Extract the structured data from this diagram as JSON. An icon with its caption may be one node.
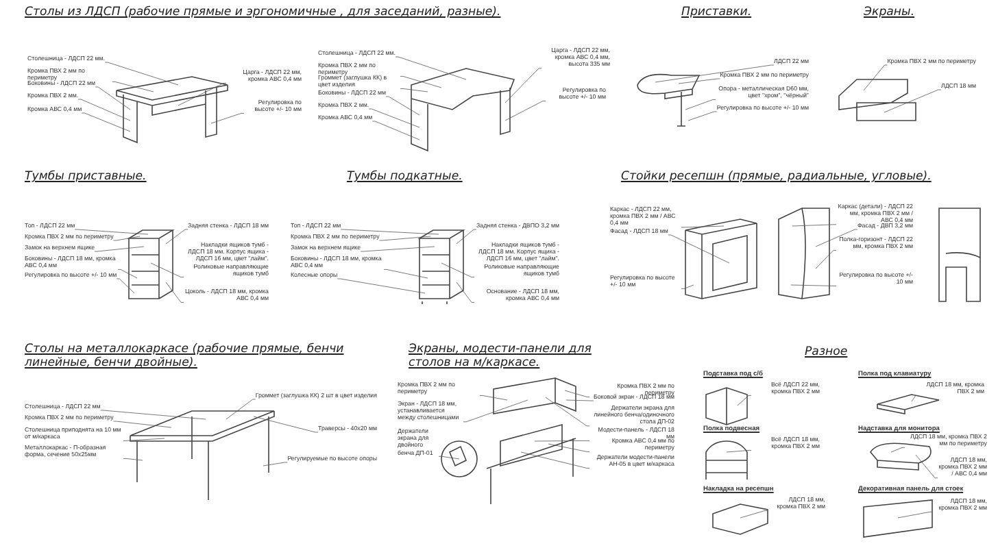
{
  "diagram": {
    "nodes": [
      {
        "text": [
          "Столешница - ЛДСП 22 мм."
        ]
      },
      {
        "text": [
          "Кромка ПВХ 2 мм по периметру"
        ]
      },
      {
        "text": [
          "Боковины - ЛДСП 22 мм"
        ]
      },
      {
        "text": [
          "Кромка ПВХ 2 мм."
        ]
      },
      {
        "text": [
          "Кромка АВС 0,4 мм"
        ]
      },
      {
        "text": [
          "Царга - ЛДСП 22 мм, кромка АВС 0,4 мм"
        ]
      },
      {
        "text": [
          "Регулировка по высоте +/- 10 мм"
        ]
      },
      {
        "text": [
          "Столешница - ЛДСП 22 мм."
        ]
      },
      {
        "text": [
          "Кромка ПВХ 2 мм по периметру"
        ]
      },
      {
        "text": [
          "Громмет (заглушка КК) в цвет изделия"
        ]
      },
      {
        "text": [
          "Боковины - ЛДСП 22 мм"
        ]
      },
      {
        "text": [
          "Кромка ПВХ 2 мм."
        ]
      },
      {
        "text": [
          "Кромка АВС 0,4 мм"
        ]
      },
      {
        "text": [
          "Царга - ЛДСП 22 мм, кромка АВС 0,4 мм, высота 335 мм"
        ]
      },
      {
        "text": [
          "Регулировка по высоте +/- 10 мм"
        ]
      },
      {
        "text": [
          "ЛДСП 22 мм"
        ]
      },
      {
        "text": [
          "Кромка ПВХ 2 мм по периметру"
        ]
      },
      {
        "text": [
          "Опора - металлическая D60 мм, цвет \"хром\", \"чёрный\""
        ]
      },
      {
        "text": [
          "Регулировка по высоте +/- 10 мм"
        ]
      },
      {
        "text": [
          "Кромка ПВХ 2 мм по периметру"
        ]
      },
      {
        "text": [
          "ЛДСП 18 мм"
        ]
      },
      {
        "text": [
          "Топ - ЛДСП 22 мм"
        ]
      },
      {
        "text": [
          "Кромка ПВХ 2 мм по периметру"
        ]
      },
      {
        "text": [
          "Замок на верхнем ящике"
        ]
      },
      {
        "text": [
          "Боковины - ЛДСП 18 мм, кромка АВС 0,4 мм"
        ]
      },
      {
        "text": [
          "Регулировка по высоте +/- 10 мм"
        ]
      },
      {
        "text": [
          "Задняя стенка - ЛДСП 18 мм"
        ]
      },
      {
        "text": [
          "Накладки ящиков тумб - ЛДСП 18 мм. Корпус ящика - ЛДСП 16 мм, цвет \"лайм\". Роликовые направляющие ящиков тумб"
        ]
      },
      {
        "text": [
          "Цоколь - ЛДСП 18 мм, кромка АВС 0,4 мм"
        ]
      },
      {
        "text": [
          "Топ - ЛДСП 22 мм"
        ]
      },
      {
        "text": [
          "Кромка ПВХ 2 мм по периметру"
        ]
      },
      {
        "text": [
          "Замок на верхнем ящике"
        ]
      },
      {
        "text": [
          "Боковины - ЛДСП 18 мм, кромка АВС 0,4 мм"
        ]
      },
      {
        "text": [
          "Колесные опоры"
        ]
      },
      {
        "text": [
          "Задняя стенка - ДВПО 3,2 мм"
        ]
      },
      {
        "text": [
          "Накладки ящиков тумб - ЛДСП 18 мм. Корпус ящика - ЛДСП 16 мм, цвет \"лайм\". Роликовые направляющие ящиков тумб"
        ]
      },
      {
        "text": [
          "Основание - ЛДСП 18 мм, кромка АВС 0,4 мм"
        ]
      },
      {
        "text": [
          "Каркас - ЛДСП 22 мм, кромка ПВХ 2 мм / АВС 0,4 мм"
        ]
      },
      {
        "text": [
          "Фасад - ЛДСП 18 мм"
        ]
      },
      {
        "text": [
          "Регулировка по высоте +/- 10 мм"
        ]
      },
      {
        "text": [
          "Каркас (детали) - ЛДСП 22 мм, кромка ПВХ 2 мм / АВС 0,4 мм"
        ]
      },
      {
        "text": [
          "Фасад - ДВП 3,2 мм"
        ]
      },
      {
        "text": [
          "Полка-горизонт - ЛДСП 22 мм, кромка ПВХ 2 мм"
        ]
      },
      {
        "text": [
          "Регулировка по высоте +/- 10 мм"
        ]
      },
      {
        "text": [
          "Столешница - ЛДСП 22 мм"
        ]
      },
      {
        "text": [
          "Кромка ПВХ 2 мм по периметру"
        ]
      },
      {
        "text": [
          "Столешница приподнята на 10 мм от м/каркаса"
        ]
      },
      {
        "text": [
          "Металлокаркас - П-образная форма, сечение 50х25мм"
        ]
      },
      {
        "text": [
          "Громмет (заглушка КК) 2 шт в цвет изделия"
        ]
      },
      {
        "text": [
          "Траверсы - 40х20 мм"
        ]
      },
      {
        "text": [
          "Регулируемые по высоте опоры"
        ]
      },
      {
        "text": [
          "Кромка ПВХ 2 мм по периметру"
        ]
      },
      {
        "text": [
          "Экран - ЛДСП 18 мм, устанавливается между столешницами"
        ]
      },
      {
        "text": [
          "Держатели экрана для двойного бенча ДП-01"
        ]
      },
      {
        "text": [
          "Кромка ПВХ 2 мм по периметру"
        ]
      },
      {
        "text": [
          "Боковой экран - ЛДСП 18 мм"
        ]
      },
      {
        "text": [
          "Держатели экрана для линейного бенча/одиночного стола ДП-02"
        ]
      },
      {
        "text": [
          "Модести-панель - ЛДСП 18 мм"
        ]
      },
      {
        "text": [
          "Кромка АВС 0,4 мм по периметру"
        ]
      },
      {
        "text": [
          "Держатели модести-панели АН-05 в цвет м/каркаса"
        ]
      },
      {
        "text": [
          "Всё ЛДСП 22 мм, кромка ПВХ 2 мм"
        ]
      },
      {
        "text": [
          "ЛДСП 18 мм, кромка ПВХ 2 мм"
        ]
      },
      {
        "text": [
          "Всё ЛДСП 18 мм, кромка ПВХ 2 мм"
        ]
      },
      {
        "text": [
          "ЛДСП 18 мм, кромка ПВХ 2 мм по периметру"
        ]
      },
      {
        "text": [
          "ЛДСП 18 мм, кромка ПВХ 2 мм / АВС 0,4 мм"
        ]
      },
      {
        "text": [
          "ЛДСП 18 мм, кромка ПВХ 2 мм"
        ]
      },
      {
        "text": [
          "ЛДСП 18 мм, кромка ПВХ 2 мм"
        ]
      },
      {
        "text": [],
        "shape": "picture"
      },
      {
        "text": [],
        "shape": "picture"
      },
      {
        "text": [],
        "shape": "picture"
      },
      {
        "text": [],
        "shape": "picture"
      },
      {
        "text": [],
        "shape": "picture"
      },
      {
        "text": [],
        "shape": "picture"
      },
      {
        "text": [],
        "shape": "picture"
      },
      {
        "text": [],
        "shape": "picture"
      },
      {
        "text": [],
        "shape": "picture"
      },
      {
        "text": [],
        "shape": "picture"
      },
      {
        "text": [],
        "shape": "picture"
      },
      {
        "text": [],
        "shape": "picture"
      },
      {
        "text": [],
        "shape": "picture"
      },
      {
        "text": [],
        "shape": "picture"
      },
      {
        "text": [],
        "shape": "picture"
      },
      {
        "text": [],
        "shape": "picture"
      },
      {
        "text": [],
        "shape": "picture"
      }
    ],
    "edges": [
      {
        "from": 0,
        "to": 67,
        "arrow": "none"
      },
      {
        "from": 1,
        "to": 67,
        "arrow": "none"
      },
      {
        "from": 2,
        "to": 67,
        "arrow": "none"
      },
      {
        "from": 3,
        "to": 67,
        "arrow": "none"
      },
      {
        "from": 4,
        "to": 67,
        "arrow": "none"
      },
      {
        "from": 5,
        "to": 67,
        "arrow": "none"
      },
      {
        "from": 6,
        "to": 67,
        "arrow": "none"
      },
      {
        "from": 7,
        "to": 68,
        "arrow": "none"
      },
      {
        "from": 8,
        "to": 68,
        "arrow": "none"
      },
      {
        "from": 9,
        "to": 68,
        "arrow": "none"
      },
      {
        "from": 10,
        "to": 68,
        "arrow": "none"
      },
      {
        "from": 11,
        "to": 68,
        "arrow": "none"
      },
      {
        "from": 12,
        "to": 68,
        "arrow": "none"
      },
      {
        "from": 13,
        "to": 68,
        "arrow": "none"
      },
      {
        "from": 14,
        "to": 68,
        "arrow": "none"
      },
      {
        "from": 15,
        "to": 69,
        "arrow": "none"
      },
      {
        "from": 16,
        "to": 69,
        "arrow": "none"
      },
      {
        "from": 17,
        "to": 69,
        "arrow": "none"
      },
      {
        "from": 18,
        "to": 69,
        "arrow": "none"
      },
      {
        "from": 19,
        "to": 70,
        "arrow": "none"
      },
      {
        "from": 20,
        "to": 70,
        "arrow": "none"
      },
      {
        "from": 21,
        "to": 71,
        "arrow": "none"
      },
      {
        "from": 22,
        "to": 71,
        "arrow": "none"
      },
      {
        "from": 23,
        "to": 71,
        "arrow": "none"
      },
      {
        "from": 24,
        "to": 71,
        "arrow": "none"
      },
      {
        "from": 25,
        "to": 71,
        "arrow": "none"
      },
      {
        "from": 26,
        "to": 71,
        "arrow": "none"
      },
      {
        "from": 27,
        "to": 71,
        "arrow": "none"
      },
      {
        "from": 28,
        "to": 71,
        "arrow": "none"
      },
      {
        "from": 29,
        "to": 72,
        "arrow": "none"
      },
      {
        "from": 30,
        "to": 72,
        "arrow": "none"
      },
      {
        "from": 31,
        "to": 72,
        "arrow": "none"
      },
      {
        "from": 32,
        "to": 72,
        "arrow": "none"
      },
      {
        "from": 33,
        "to": 72,
        "arrow": "none"
      },
      {
        "from": 34,
        "to": 72,
        "arrow": "none"
      },
      {
        "from": 35,
        "to": 72,
        "arrow": "none"
      },
      {
        "from": 36,
        "to": 72,
        "arrow": "none"
      },
      {
        "from": 37,
        "to": 73,
        "arrow": "none"
      },
      {
        "from": 38,
        "to": 73,
        "arrow": "none"
      },
      {
        "from": 39,
        "to": 73,
        "arrow": "none"
      },
      {
        "from": 40,
        "to": 74,
        "arrow": "none"
      },
      {
        "from": 41,
        "to": 74,
        "arrow": "none"
      },
      {
        "from": 42,
        "to": 74,
        "arrow": "none"
      },
      {
        "from": 43,
        "to": 74,
        "arrow": "none"
      },
      {
        "from": 44,
        "to": 75,
        "arrow": "none"
      },
      {
        "from": 45,
        "to": 75,
        "arrow": "none"
      },
      {
        "from": 46,
        "to": 75,
        "arrow": "none"
      },
      {
        "from": 47,
        "to": 75,
        "arrow": "none"
      },
      {
        "from": 48,
        "to": 75,
        "arrow": "none"
      },
      {
        "from": 49,
        "to": 75,
        "arrow": "none"
      },
      {
        "from": 50,
        "to": 75,
        "arrow": "none"
      },
      {
        "from": 51,
        "to": 76,
        "arrow": "none"
      },
      {
        "from": 52,
        "to": 76,
        "arrow": "none"
      },
      {
        "from": 53,
        "to": 77,
        "arrow": "none"
      },
      {
        "from": 54,
        "to": 76,
        "arrow": "none"
      },
      {
        "from": 55,
        "to": 76,
        "arrow": "none"
      },
      {
        "from": 56,
        "to": 76,
        "arrow": "none"
      },
      {
        "from": 57,
        "to": 76,
        "arrow": "none"
      },
      {
        "from": 58,
        "to": 76,
        "arrow": "none"
      },
      {
        "from": 59,
        "to": 76,
        "arrow": "none"
      },
      {
        "from": 60,
        "to": 78,
        "arrow": "none"
      },
      {
        "from": 61,
        "to": 79,
        "arrow": "none"
      },
      {
        "from": 62,
        "to": 80,
        "arrow": "none"
      },
      {
        "from": 63,
        "to": 81,
        "arrow": "none"
      },
      {
        "from": 64,
        "to": 81,
        "arrow": "none"
      },
      {
        "from": 65,
        "to": 82,
        "arrow": "none"
      },
      {
        "from": 66,
        "to": 83,
        "arrow": "none"
      }
    ],
    "labels": [
      "Столы из ЛДСП (рабочие прямые и эргономичные , для заседаний, разные).",
      "Приставки.",
      "Экраны.",
      "Тумбы приставные.",
      "Тумбы подкатные.",
      "Стойки ресепшн (прямые, радиальные, угловые).",
      "Столы на металлокаркасе (рабочие прямые, бенчи линейные, бенчи двойные).",
      "Экраны, модести-панели для столов на м/каркасе.",
      "Разное",
      "Подставка под с/б",
      "Полка под клавиатуру",
      "Полка подвесная",
      "Надставка для монитора",
      "Накладка на ресепшн",
      "Декоративная панель для стоек"
    ]
  }
}
